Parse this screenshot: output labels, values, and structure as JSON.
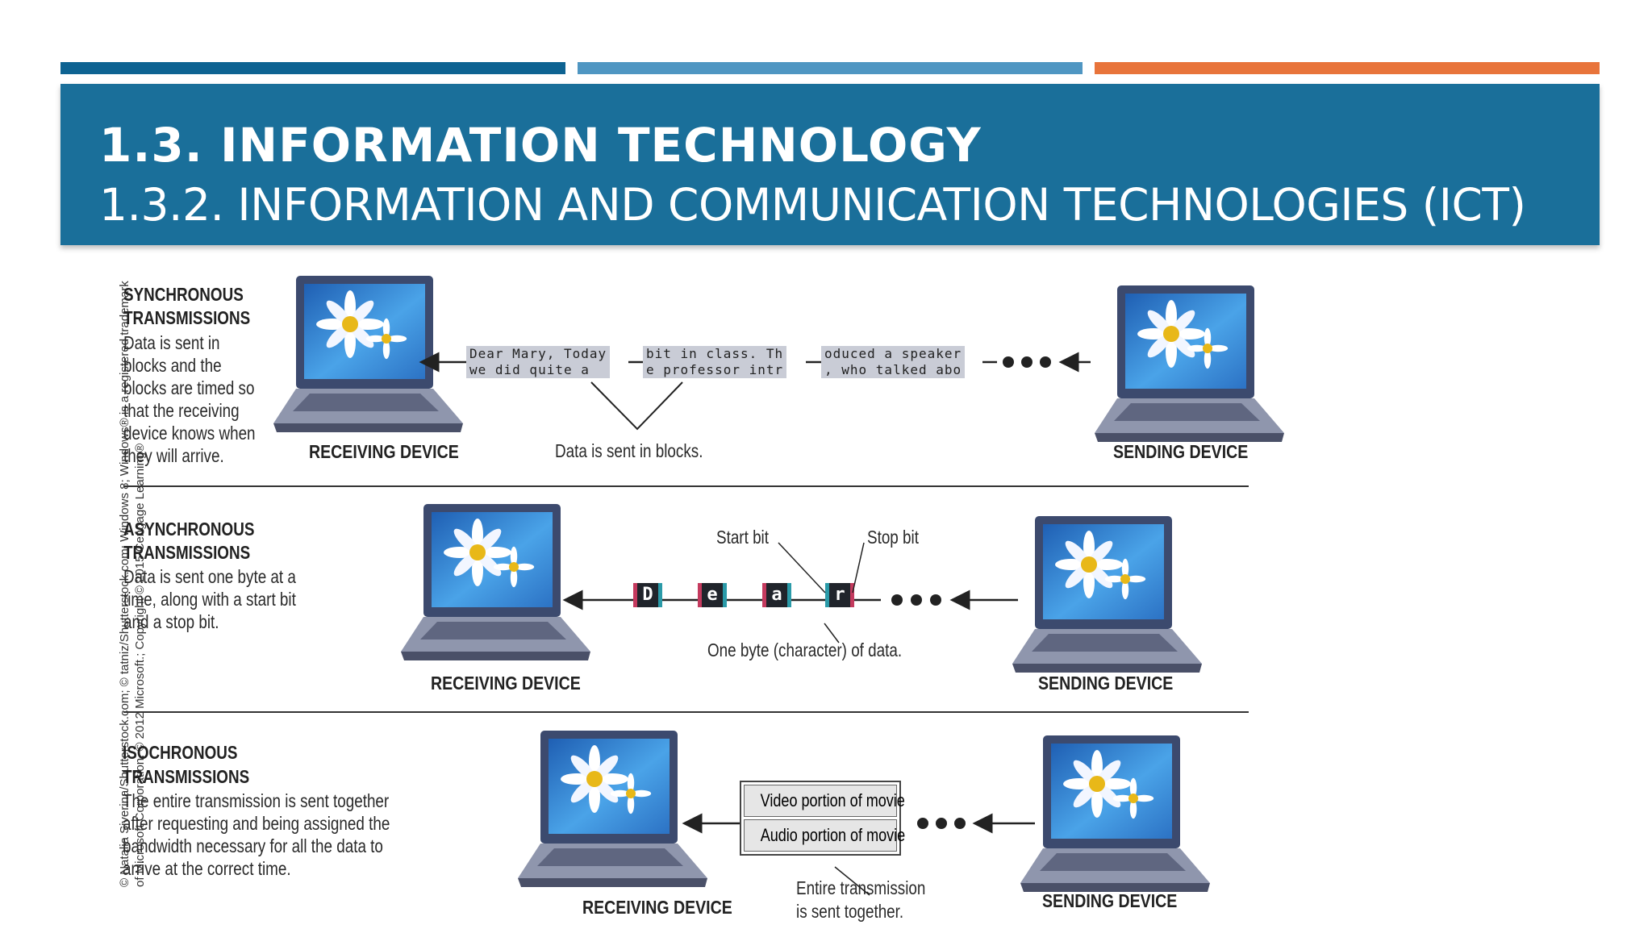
{
  "header": {
    "title": "1.3. INFORMATION TECHNOLOGY",
    "subtitle": "1.3.2. INFORMATION AND COMMUNICATION TECHNOLOGIES (ICT)"
  },
  "colors": {
    "bar_dark_blue": "#0e6392",
    "bar_light_blue": "#4f96c2",
    "bar_orange": "#e8743b",
    "header_blue": "#1a6f9a"
  },
  "credit": {
    "line1": "© Natalia Siverina/Shutterstock.com; © tatniz/Shutterstock.com; Windows 8; Windows® is a registered trademark",
    "line2": "of Microsoft Corporation. © 2012 Microsoft.; Copyright © 2015 Cengage Learning®"
  },
  "synchronous": {
    "heading1": "SYNCHRONOUS",
    "heading2": "TRANSMISSIONS",
    "desc": [
      "Data is sent in",
      "blocks and the",
      "blocks are timed so",
      "that the receiving",
      "device knows when",
      "they will arrive."
    ],
    "blocks": [
      "Dear Mary, Today\nwe did quite a",
      "bit in class. Th\ne professor intr",
      "oduced a speaker\n, who talked abo"
    ],
    "note": "Data is sent in blocks.",
    "receiving": "RECEIVING DEVICE",
    "sending": "SENDING DEVICE"
  },
  "asynchronous": {
    "heading1": "ASYNCHRONOUS",
    "heading2": "TRANSMISSIONS",
    "desc": [
      "Data is sent one byte at a",
      "time, along with a start bit",
      "and a stop bit."
    ],
    "bytes": [
      "D",
      "e",
      "a",
      "r"
    ],
    "start_bit": "Start bit",
    "stop_bit": "Stop bit",
    "note": "One byte (character) of data.",
    "receiving": "RECEIVING DEVICE",
    "sending": "SENDING DEVICE"
  },
  "isochronous": {
    "heading1": "ISOCHRONOUS",
    "heading2": "TRANSMISSIONS",
    "desc": [
      "The entire transmission is sent together",
      "after requesting and being assigned the",
      "bandwidth necessary for all the data to",
      "arrive at the correct time."
    ],
    "video": "Video portion of movie",
    "audio": "Audio portion of movie",
    "note1": "Entire transmission",
    "note2": "is sent together.",
    "receiving": "RECEIVING DEVICE",
    "sending": "SENDING DEVICE"
  }
}
